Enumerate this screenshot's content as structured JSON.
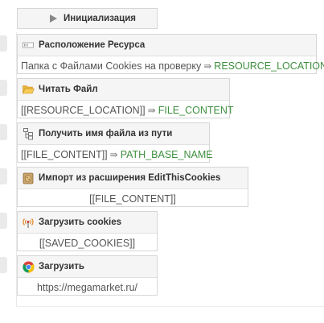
{
  "init": {
    "label": "Инициализация"
  },
  "blocks": [
    {
      "icon": "resource-location-icon",
      "title": "Расположение Ресурса",
      "body_text": "Папка с Файлами Cookies на проверку",
      "arrow": "⇛",
      "output": "RESOURCE_LOCATION"
    },
    {
      "icon": "folder-open-icon",
      "title": "Читать Файл",
      "body_text": "[[RESOURCE_LOCATION]]",
      "arrow": "⇛",
      "output": "FILE_CONTENT"
    },
    {
      "icon": "path-split-icon",
      "title": "Получить имя файла из пути",
      "body_text": "[[FILE_CONTENT]]",
      "arrow": "⇛",
      "output": "PATH_BASE_NAME"
    },
    {
      "icon": "cookie-import-icon",
      "title": "Импорт из расширения EditThisCookies",
      "body_text": "[[FILE_CONTENT]]"
    },
    {
      "icon": "load-cookies-icon",
      "title": "Загрузить cookies",
      "body_text": "[[SAVED_COOKIES]]"
    },
    {
      "icon": "chrome-icon",
      "title": "Загрузить",
      "body_text": "https://megamarket.ru/"
    }
  ],
  "colors": {
    "variable_green": "#3f8f3f",
    "header_bg": "#f5f5f5",
    "border": "#d6d6d6"
  }
}
